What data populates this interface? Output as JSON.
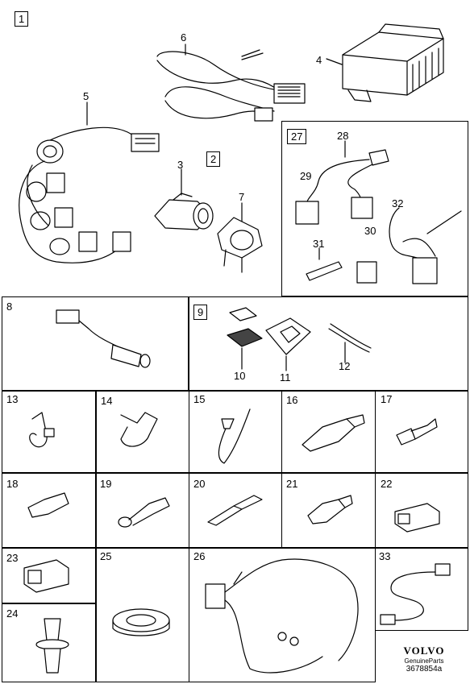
{
  "group_labels": {
    "g1": "1",
    "g2": "2",
    "g9": "9",
    "g27": "27"
  },
  "part_labels": {
    "p3": "3",
    "p4": "4",
    "p5": "5",
    "p6": "6",
    "p7": "7",
    "p8": "8",
    "p10": "10",
    "p11": "11",
    "p12": "12",
    "p13": "13",
    "p14": "14",
    "p15": "15",
    "p16": "16",
    "p17": "17",
    "p18": "18",
    "p19": "19",
    "p20": "20",
    "p21": "21",
    "p22": "22",
    "p23": "23",
    "p24": "24",
    "p25": "25",
    "p26": "26",
    "p28": "28",
    "p29": "29",
    "p30": "30",
    "p31": "31",
    "p32": "32",
    "p33": "33"
  },
  "brand": {
    "logo": "VOLVO",
    "tagline": "GenuineParts",
    "drawing_number": "3678854a"
  },
  "colors": {
    "line": "#000000",
    "background": "#ffffff"
  }
}
